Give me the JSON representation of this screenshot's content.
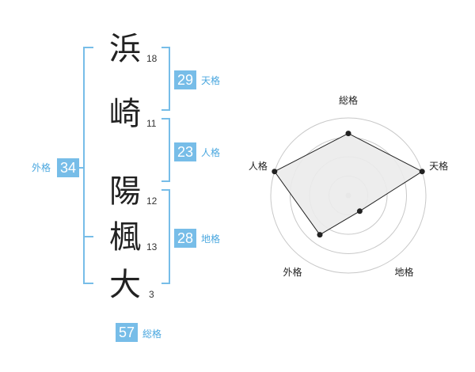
{
  "name_chars": [
    {
      "char": "浜",
      "strokes": "18"
    },
    {
      "char": "崎",
      "strokes": "11"
    },
    {
      "char": "陽",
      "strokes": "12"
    },
    {
      "char": "楓",
      "strokes": "13"
    },
    {
      "char": "大",
      "strokes": "3"
    }
  ],
  "fortunes": {
    "tenkaku": {
      "value": "29",
      "label": "天格"
    },
    "jinkaku": {
      "value": "23",
      "label": "人格"
    },
    "chikaku": {
      "value": "28",
      "label": "地格"
    },
    "gaikaku": {
      "value": "34",
      "label": "外格"
    },
    "soukaku": {
      "value": "57",
      "label": "総格"
    }
  },
  "colors": {
    "accent": "#77bde8",
    "accent_text": "#4aa7df"
  },
  "chart_data": {
    "type": "radar",
    "axes": [
      "総格",
      "天格",
      "地格",
      "外格",
      "人格"
    ],
    "levels": 4,
    "max": 4,
    "values": [
      3.2,
      4.0,
      1.0,
      2.5,
      4.0
    ],
    "grid": true
  }
}
